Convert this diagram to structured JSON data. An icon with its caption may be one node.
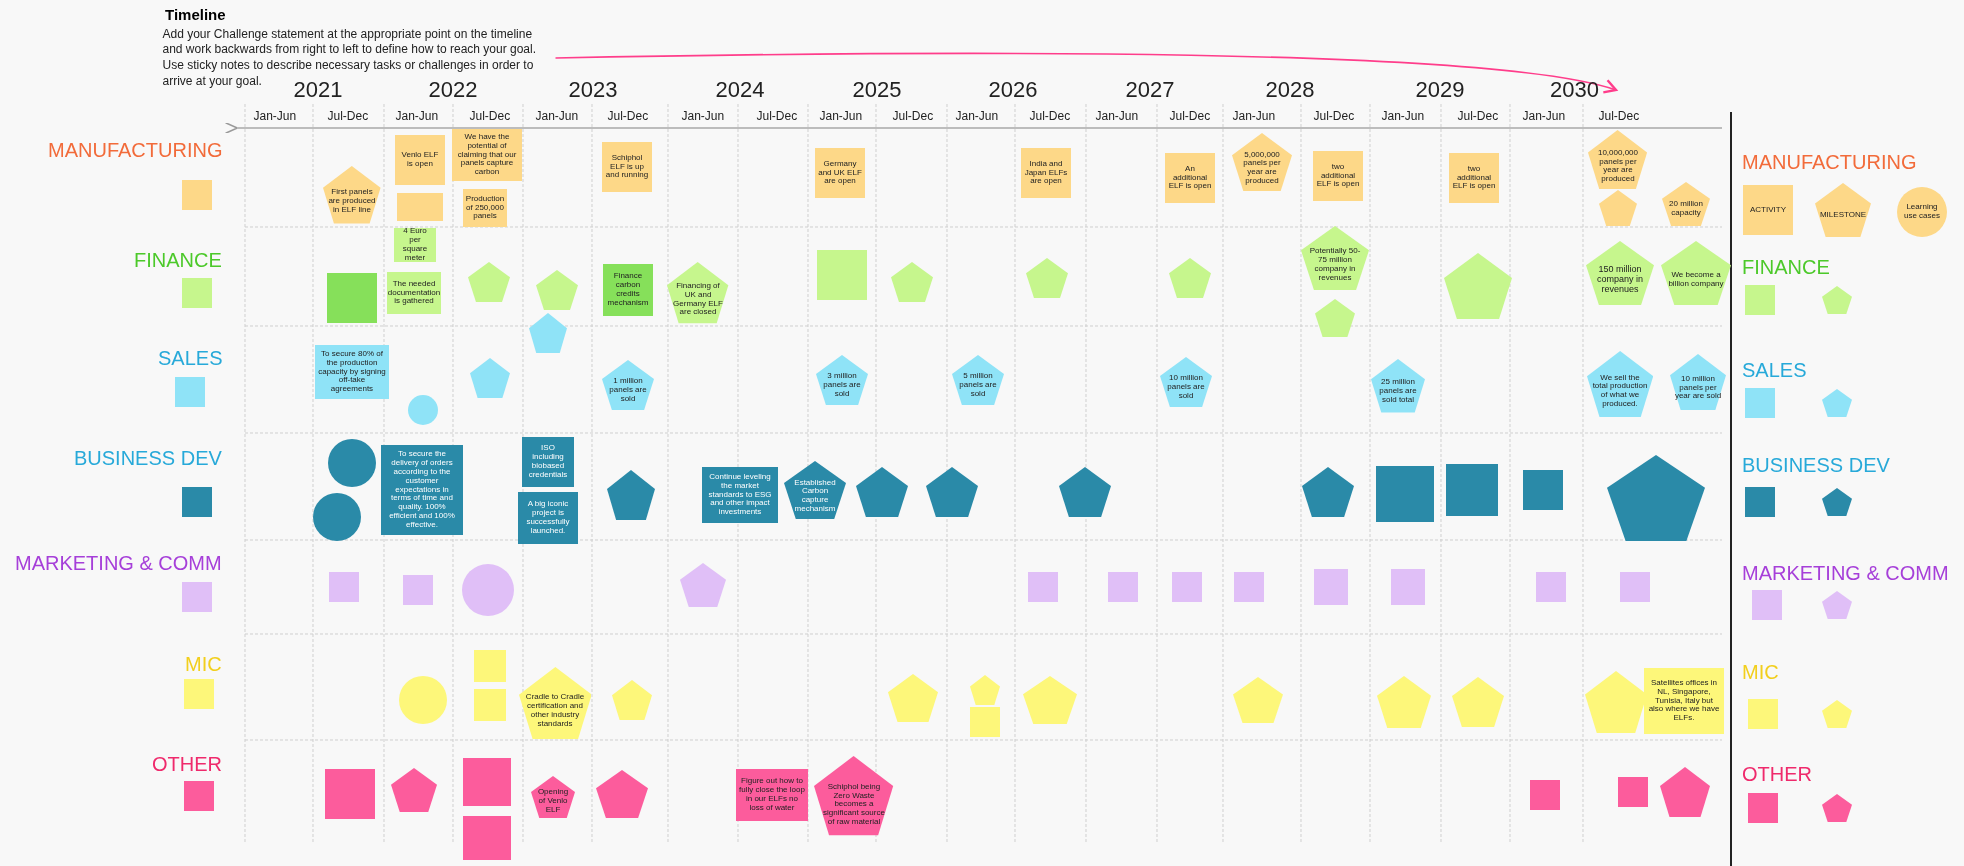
{
  "diagram": {
    "title": "Timeline",
    "nodes": [
      {
        "text": [
          "Add your Challenge statement at the appropriate point on the timeline and work backwards from right to left to define how to reach your goal. Use sticky notes to describe necessary tasks or challenges in order to arrive at your goal."
        ]
      },
      {
        "text": [
          "2030"
        ]
      },
      {
        "text": [],
        "shape": "box"
      },
      {
        "text": [],
        "shape": "box"
      },
      {
        "text": [],
        "shape": "box"
      },
      {
        "text": [],
        "shape": "box"
      },
      {
        "text": [],
        "shape": "box"
      },
      {
        "text": [],
        "shape": "box"
      },
      {
        "text": [],
        "shape": "box"
      },
      {
        "text": [
          "First panels are produced in ELF line"
        ]
      },
      {
        "text": [
          "Venlo ELF is open"
        ]
      },
      {
        "text": [],
        "shape": "box"
      },
      {
        "text": [
          "We have the potential of claiming that our panels capture carbon"
        ]
      },
      {
        "text": [
          "Production of 250,000 panels"
        ]
      },
      {
        "text": [
          "Schiphol ELF is up and running"
        ]
      },
      {
        "text": [
          "Germany and UK ELF are open"
        ]
      },
      {
        "text": [
          "India and Japan ELFs are open"
        ]
      },
      {
        "text": [
          "An additional ELF is open"
        ]
      },
      {
        "text": [
          "5,000,000 panels per year are produced"
        ]
      },
      {
        "text": [
          "two additional ELF is open"
        ]
      },
      {
        "text": [
          "two additional ELF is open"
        ]
      },
      {
        "text": [
          "10,000,000 panels per year are produced"
        ]
      },
      {
        "text": [],
        "shape": "pentagon"
      },
      {
        "text": [
          "20 million capacity"
        ]
      },
      {
        "text": [],
        "shape": "box"
      },
      {
        "text": [
          "4 Euro per square meter"
        ]
      },
      {
        "text": [
          "The needed documentation is gathered"
        ]
      },
      {
        "text": [],
        "shape": "pentagon"
      },
      {
        "text": [],
        "shape": "pentagon"
      },
      {
        "text": [
          "Finance carbon credits mechanism"
        ]
      },
      {
        "text": [
          "Financing of UK and Germany ELF are closed"
        ]
      },
      {
        "text": [],
        "shape": "box"
      },
      {
        "text": [],
        "shape": "pentagon"
      },
      {
        "text": [],
        "shape": "pentagon"
      },
      {
        "text": [],
        "shape": "pentagon"
      },
      {
        "text": [
          "Potentially 50-75 million company in revenues"
        ]
      },
      {
        "text": [],
        "shape": "pentagon"
      },
      {
        "text": [],
        "shape": "pentagon"
      },
      {
        "text": [
          "150 million company in revenues"
        ]
      },
      {
        "text": [
          "We become a billion company"
        ]
      },
      {
        "text": [
          "To secure 80% of the production capacity by signing off-take agreements"
        ]
      },
      {
        "text": [],
        "shape": "circle"
      },
      {
        "text": [],
        "shape": "pentagon"
      },
      {
        "text": [],
        "shape": "pentagon"
      },
      {
        "text": [
          "1 million panels are sold"
        ]
      },
      {
        "text": [
          "3 million panels are sold"
        ]
      },
      {
        "text": [
          "5 million panels are sold"
        ]
      },
      {
        "text": [
          "10 million panels are sold"
        ]
      },
      {
        "text": [
          "25 million panels are sold total"
        ]
      },
      {
        "text": [
          "We sell the total production of what we produced."
        ]
      },
      {
        "text": [
          "10 million panels per year are sold"
        ]
      },
      {
        "text": [],
        "shape": "circle"
      },
      {
        "text": [],
        "shape": "circle"
      },
      {
        "text": [
          "To secure the delivery of orders according to the customer expectations in terms of time and quality. 100% efficient and 100% effective."
        ]
      },
      {
        "text": [
          "ISO including biobased credentials"
        ]
      },
      {
        "text": [
          "A big iconic project is successfully launched."
        ]
      },
      {
        "text": [],
        "shape": "pentagon"
      },
      {
        "text": [
          "Continue leveling the market standards to ESG and other impact investments"
        ]
      },
      {
        "text": [
          "Established Carbon capture mechanism"
        ]
      },
      {
        "text": [],
        "shape": "pentagon"
      },
      {
        "text": [],
        "shape": "pentagon"
      },
      {
        "text": [],
        "shape": "pentagon"
      },
      {
        "text": [],
        "shape": "pentagon"
      },
      {
        "text": [],
        "shape": "box"
      },
      {
        "text": [],
        "shape": "box"
      },
      {
        "text": [],
        "shape": "box"
      },
      {
        "text": [],
        "shape": "pentagon"
      },
      {
        "text": [],
        "shape": "box"
      },
      {
        "text": [],
        "shape": "box"
      },
      {
        "text": [],
        "shape": "circle"
      },
      {
        "text": [],
        "shape": "pentagon"
      },
      {
        "text": [],
        "shape": "box"
      },
      {
        "text": [],
        "shape": "box"
      },
      {
        "text": [],
        "shape": "box"
      },
      {
        "text": [],
        "shape": "box"
      },
      {
        "text": [],
        "shape": "box"
      },
      {
        "text": [],
        "shape": "box"
      },
      {
        "text": [],
        "shape": "box"
      },
      {
        "text": [],
        "shape": "box"
      },
      {
        "text": [],
        "shape": "box"
      },
      {
        "text": [],
        "shape": "circle"
      },
      {
        "text": [],
        "shape": "box"
      },
      {
        "text": [
          "Cradle to Cradle certification and other industry standards"
        ]
      },
      {
        "text": [],
        "shape": "pentagon"
      },
      {
        "text": [],
        "shape": "pentagon"
      },
      {
        "text": [],
        "shape": "pentagon"
      },
      {
        "text": [],
        "shape": "box"
      },
      {
        "text": [],
        "shape": "pentagon"
      },
      {
        "text": [],
        "shape": "pentagon"
      },
      {
        "text": [],
        "shape": "pentagon"
      },
      {
        "text": [],
        "shape": "pentagon"
      },
      {
        "text": [],
        "shape": "pentagon"
      },
      {
        "text": [
          "Satellites offices in NL, Singapore, Tunisia, Italy but also where we have ELFs."
        ]
      },
      {
        "text": [],
        "shape": "box"
      },
      {
        "text": [],
        "shape": "pentagon"
      },
      {
        "text": [],
        "shape": "box"
      },
      {
        "text": [],
        "shape": "box"
      },
      {
        "text": [
          "Opening of Venlo ELF"
        ]
      },
      {
        "text": [],
        "shape": "pentagon"
      },
      {
        "text": [
          "Figure out how to fully close the loop in our ELFs no loss of water"
        ]
      },
      {
        "text": [
          "Schiphol being Zero Waste becomes a significant source of raw material"
        ]
      },
      {
        "text": [],
        "shape": "box"
      },
      {
        "text": [],
        "shape": "box"
      },
      {
        "text": [],
        "shape": "pentagon"
      },
      {
        "text": [
          "ACTIVITY"
        ]
      },
      {
        "text": [
          "MILESTONE"
        ]
      },
      {
        "text": [
          "Learning use cases"
        ]
      },
      {
        "text": [],
        "shape": "box"
      },
      {
        "text": [],
        "shape": "pentagon"
      },
      {
        "text": [],
        "shape": "box"
      },
      {
        "text": [],
        "shape": "pentagon"
      },
      {
        "text": [],
        "shape": "box"
      },
      {
        "text": [],
        "shape": "pentagon"
      },
      {
        "text": [],
        "shape": "box"
      },
      {
        "text": [],
        "shape": "pentagon"
      },
      {
        "text": [],
        "shape": "box"
      },
      {
        "text": [],
        "shape": "pentagon"
      },
      {
        "text": [],
        "shape": "box"
      },
      {
        "text": [],
        "shape": "pentagon"
      }
    ],
    "edges": [
      {
        "from": 0,
        "to": 1,
        "arrow": "to",
        "color": "#ff3d8b"
      }
    ],
    "labels": [
      "2021",
      "2022",
      "2023",
      "2024",
      "2025",
      "2026",
      "2027",
      "2028",
      "2029",
      "Jan-Jun",
      "Jul-Dec",
      "Jan-Jun",
      "Jul-Dec",
      "Jan-Jun",
      "Jul-Dec",
      "Jan-Jun",
      "Jul-Dec",
      "Jan-Jun",
      "Jul-Dec",
      "Jan-Jun",
      "Jul-Dec",
      "Jan-Jun",
      "Jul-Dec",
      "Jan-Jun",
      "Jul-Dec",
      "Jan-Jun",
      "Jul-Dec",
      "Jan-Jun",
      "Jul-Dec",
      "MANUFACTURING",
      "MANUFACTURING",
      "FINANCE",
      "FINANCE",
      "SALES",
      "SALES",
      "BUSINESS DEV",
      "BUSINESS DEV",
      "MARKETING & COMM",
      "MARKETING & COMM",
      "MIC",
      "MIC",
      "OTHER",
      "OTHER"
    ]
  }
}
